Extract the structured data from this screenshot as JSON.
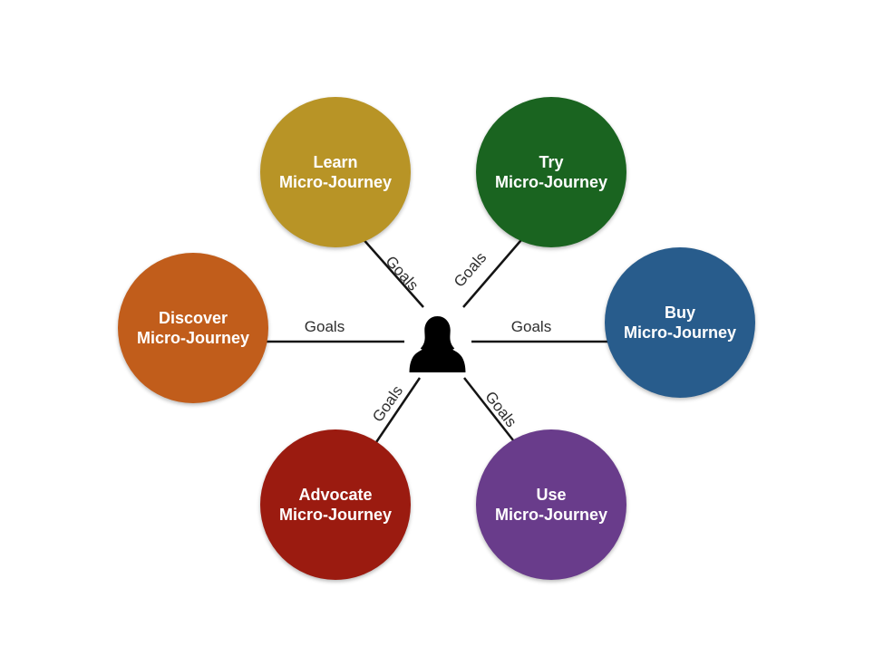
{
  "background": "#ffffff",
  "line_color": "#141414",
  "goals_label_color": "#2e2e2e",
  "node_text_color": "#ffffff",
  "center": {
    "icon": "person-silhouette",
    "color": "#000000"
  },
  "nodes": [
    {
      "id": "learn",
      "line1": "Learn",
      "line2": "Micro-Journey",
      "color": "#b89426",
      "position": "top-left"
    },
    {
      "id": "try",
      "line1": "Try",
      "line2": "Micro-Journey",
      "color": "#1a6420",
      "position": "top-right"
    },
    {
      "id": "discover",
      "line1": "Discover",
      "line2": "Micro-Journey",
      "color": "#c15d1b",
      "position": "left"
    },
    {
      "id": "buy",
      "line1": "Buy",
      "line2": "Micro-Journey",
      "color": "#285c8c",
      "position": "right"
    },
    {
      "id": "advocate",
      "line1": "Advocate",
      "line2": "Micro-Journey",
      "color": "#9b1b10",
      "position": "bottom-left"
    },
    {
      "id": "use",
      "line1": "Use",
      "line2": "Micro-Journey",
      "color": "#693c8b",
      "position": "bottom-right"
    }
  ],
  "connectors": [
    {
      "from": "learn",
      "to": "customer",
      "label": "Goals"
    },
    {
      "from": "try",
      "to": "customer",
      "label": "Goals"
    },
    {
      "from": "discover",
      "to": "customer",
      "label": "Goals"
    },
    {
      "from": "buy",
      "to": "customer",
      "label": "Goals"
    },
    {
      "from": "advocate",
      "to": "customer",
      "label": "Goals"
    },
    {
      "from": "use",
      "to": "customer",
      "label": "Goals"
    }
  ]
}
